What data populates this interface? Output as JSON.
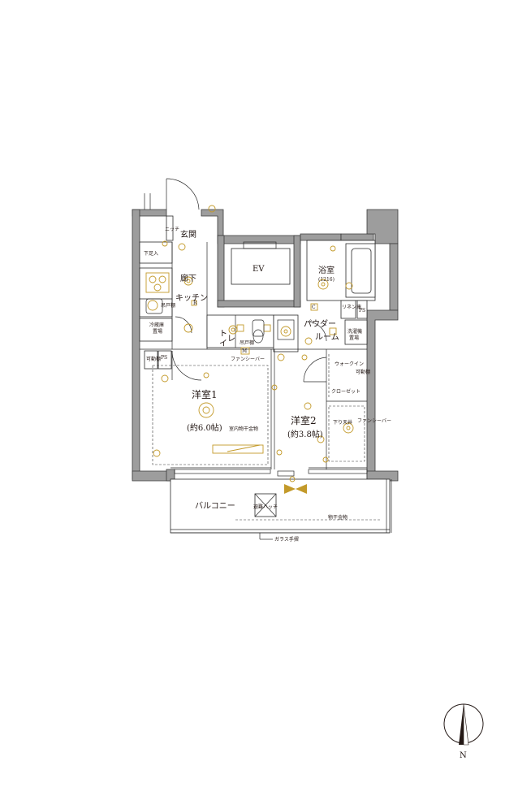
{
  "rooms": {
    "entrance": "玄関",
    "hallway": "廊下",
    "kitchen": "キッチン",
    "elevator": "EV",
    "bath": "浴室",
    "bath_size": "(1216)",
    "toilet": "トイレ",
    "powder": "パウダー",
    "powder2": "ルーム",
    "western1": "洋室1",
    "western1_size": "(約6.0帖)",
    "western2": "洋室2",
    "western2_size": "(約3.8帖)",
    "balcony": "バルコニー",
    "walkin": "ウォークイン",
    "walkin2": "クローゼット"
  },
  "labels": {
    "niche": "ニッチ",
    "shoe": "下足入",
    "fridge": "冷蔵庫",
    "fridge2": "置場",
    "fridge_shelf": "吊戸棚",
    "storage": "可動棚",
    "ps": "PS",
    "ps2": "PS",
    "linen": "リネン庫",
    "washer": "洗濯機",
    "washer2": "置場",
    "upper_shelf": "吊戸棚",
    "fan_bar": "ファンシーバー",
    "fan_bar2": "ファンシーバー",
    "indoor_dryer": "室内物干金物",
    "dropped_ceiling": "下り天井",
    "movable_shelf": "可動棚",
    "evac_hatch": "避難ハッチ",
    "dryer_rack": "物干金物",
    "glass_rail": "ガラス手摺",
    "north": "N",
    "c": "C",
    "m": "M",
    "r": "R"
  },
  "colors": {
    "wall": "#9d9d9d",
    "line": "#231815",
    "accent": "#c39a2a"
  }
}
